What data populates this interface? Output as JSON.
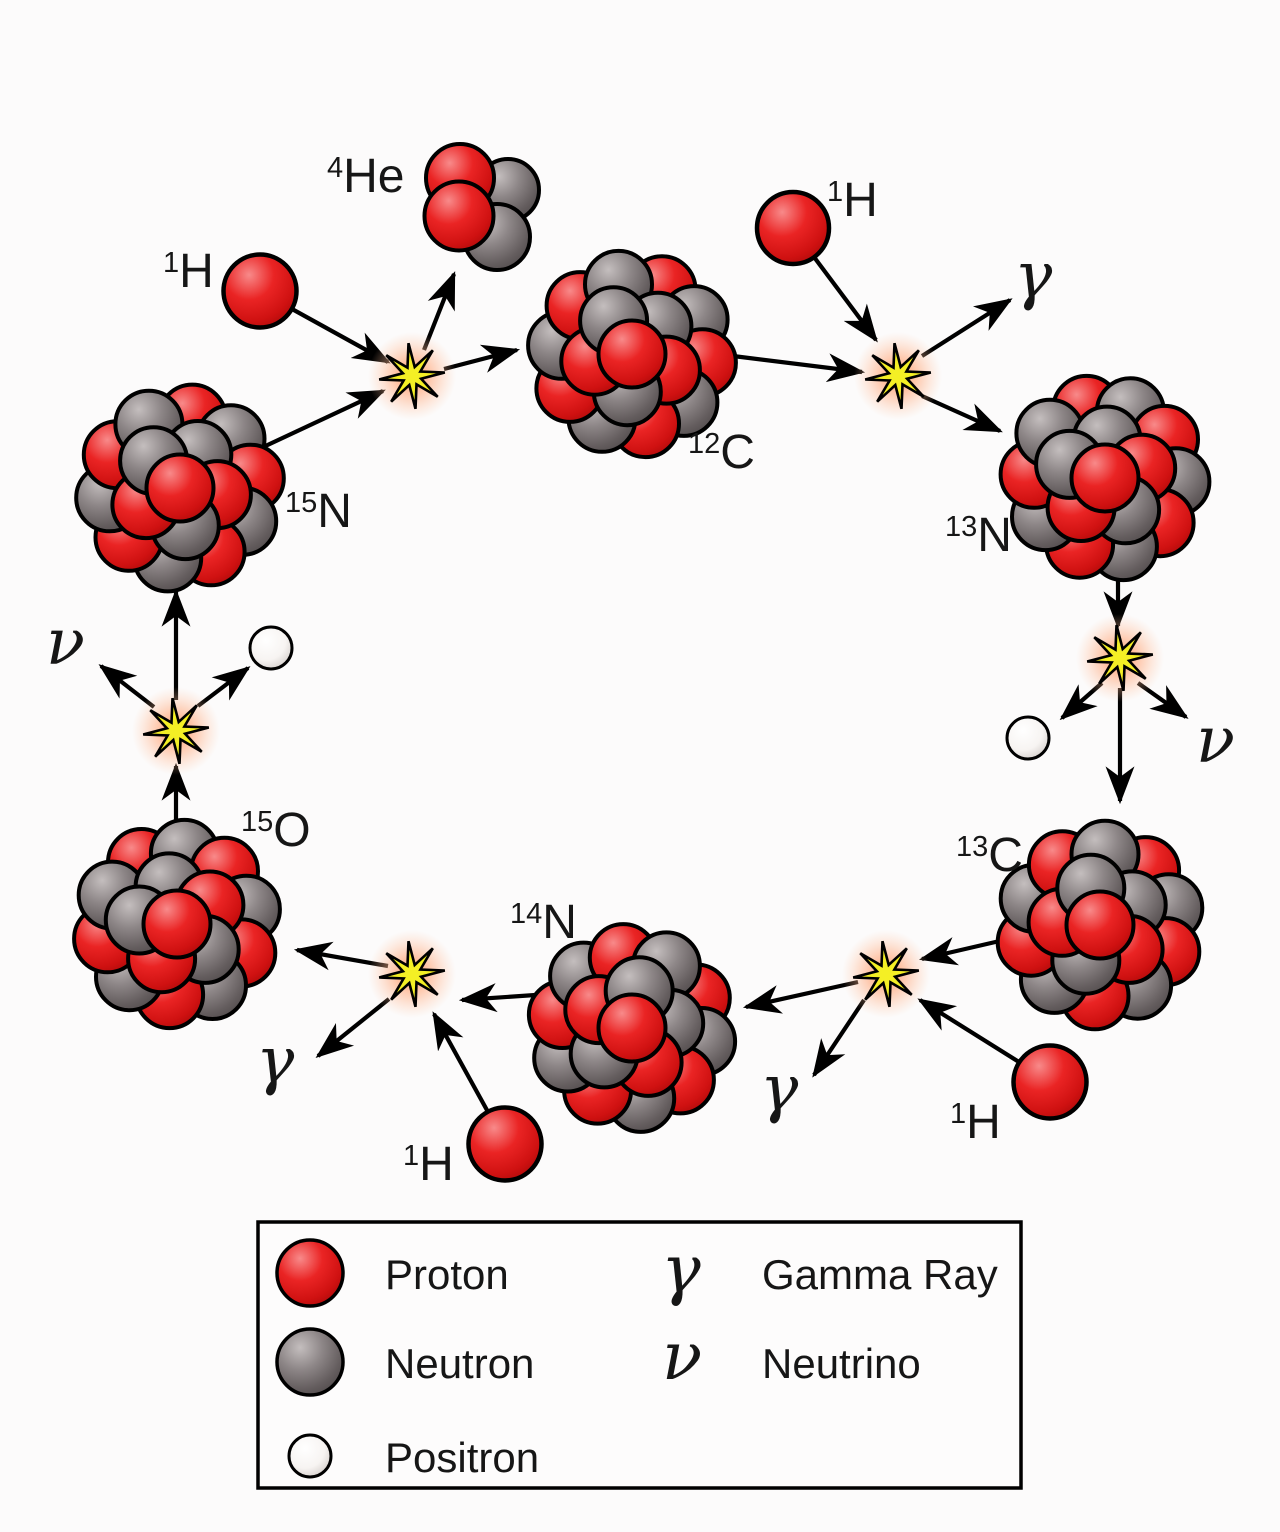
{
  "diagram": {
    "isotopes": {
      "h1_topleft": {
        "mass": "1",
        "symbol": "H"
      },
      "he4": {
        "mass": "4",
        "symbol": "He"
      },
      "n15": {
        "mass": "15",
        "symbol": "N"
      },
      "c12": {
        "mass": "12",
        "symbol": "C"
      },
      "h1_topright": {
        "mass": "1",
        "symbol": "H"
      },
      "n13": {
        "mass": "13",
        "symbol": "N"
      },
      "c13": {
        "mass": "13",
        "symbol": "C"
      },
      "h1_bottomright": {
        "mass": "1",
        "symbol": "H"
      },
      "n14": {
        "mass": "14",
        "symbol": "N"
      },
      "h1_bottommiddle": {
        "mass": "1",
        "symbol": "H"
      },
      "o15": {
        "mass": "15",
        "symbol": "O"
      }
    },
    "symbols": {
      "gamma": "γ",
      "nu": "ν"
    },
    "legend": {
      "proton": "Proton",
      "neutron": "Neutron",
      "positron": "Positron",
      "gamma_ray": "Gamma Ray",
      "neutrino": "Neutrino"
    },
    "colors": {
      "proton_red": "#e01818",
      "neutron_gray": "#7a7374",
      "positron_white": "#f5f1ee",
      "star_yellow": "#f4ef25",
      "star_glow_orange": "#ff8a50",
      "arrow_black": "#000000",
      "background": "#fcfbfb"
    }
  }
}
